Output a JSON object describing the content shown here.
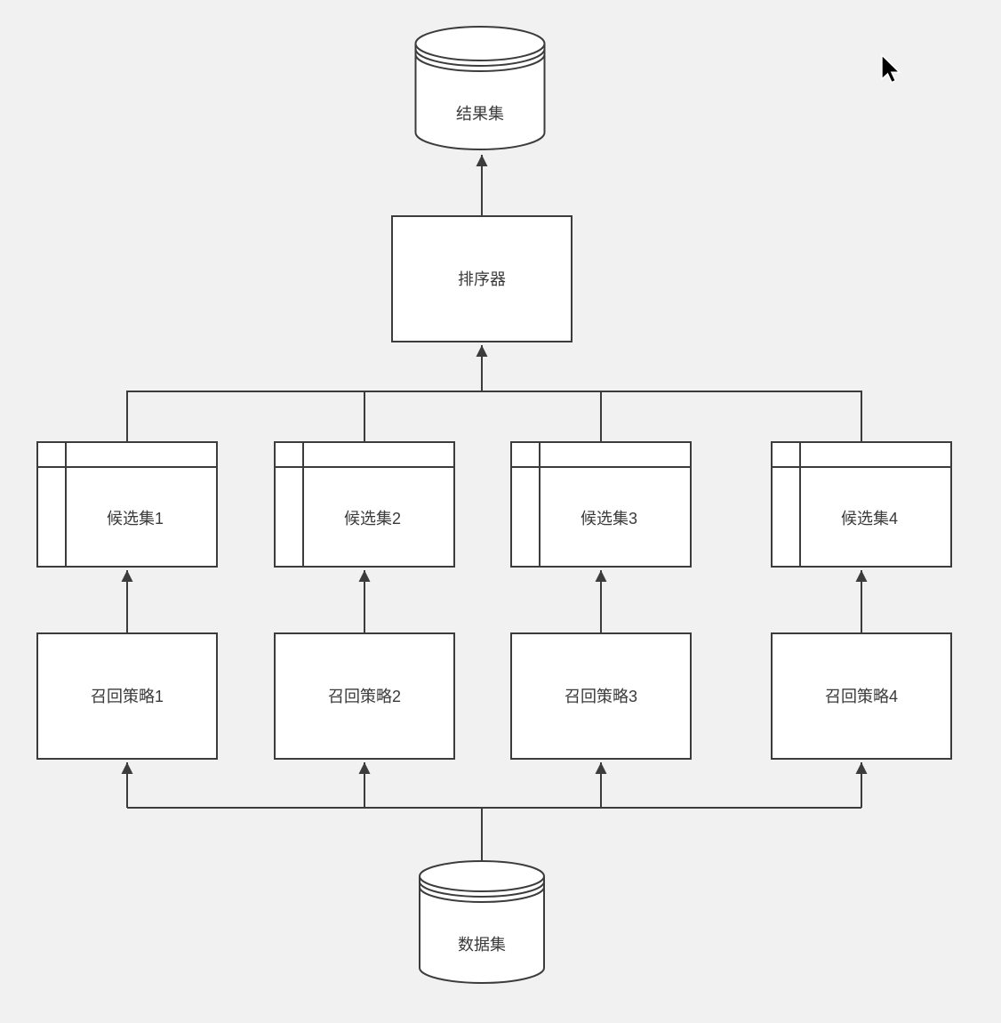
{
  "canvas": {
    "background": "#f1f1f2",
    "stroke_color": "#3c3c3c",
    "shape_fill": "#ffffff",
    "text_color": "#3a3a3a"
  },
  "nodes": {
    "result_db": {
      "label": "结果集",
      "shape": "database-cylinder"
    },
    "sorter": {
      "label": "排序器",
      "shape": "rectangle"
    },
    "candidates": [
      {
        "label": "候选集1",
        "shape": "internal-storage"
      },
      {
        "label": "候选集2",
        "shape": "internal-storage"
      },
      {
        "label": "候选集3",
        "shape": "internal-storage"
      },
      {
        "label": "候选集4",
        "shape": "internal-storage"
      }
    ],
    "strategies": [
      {
        "label": "召回策略1",
        "shape": "rectangle"
      },
      {
        "label": "召回策略2",
        "shape": "rectangle"
      },
      {
        "label": "召回策略3",
        "shape": "rectangle"
      },
      {
        "label": "召回策略4",
        "shape": "rectangle"
      }
    ],
    "source_db": {
      "label": "数据集",
      "shape": "database-cylinder"
    }
  },
  "edges": {
    "sorter_to_result": "排序器 → 结果集",
    "candidates_to_sorter": "候选集1-4 → 排序器",
    "strategies_to_candidates": "召回策略1-4 → 候选集1-4",
    "dataset_to_strategies": "数据集 → 召回策略1-4"
  }
}
